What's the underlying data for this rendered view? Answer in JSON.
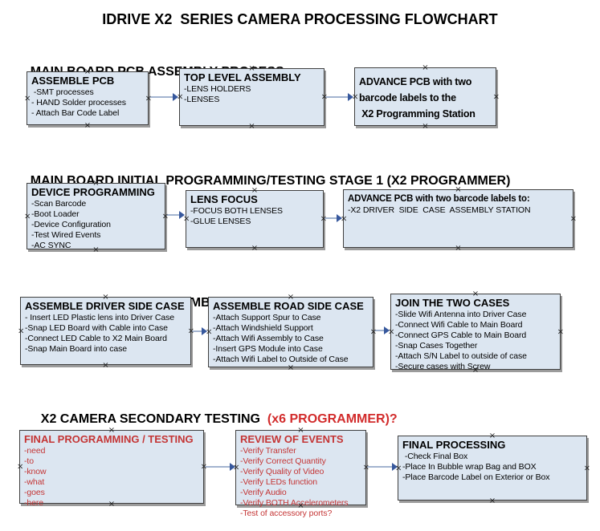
{
  "title": "IDRIVE X2  SERIES CAMERA PROCESSING FLOWCHART",
  "icons": {
    "anchor_glyph": "×"
  },
  "colors": {
    "box_fill": "#dce6f1",
    "box_border": "#3f3f3f",
    "box_shadow": "#9b9b9b",
    "arrow_line": "#a3b4cf",
    "arrow_head": "#37589d",
    "red_heading": "#d22c2c",
    "red_text": "#c43535",
    "text": "#000000"
  },
  "sections": [
    {
      "heading": "MAIN BOARD PCB ASSEMBLY PROCESS"
    },
    {
      "heading": "MAIN BOARD INITIAL PROGRAMMING/TESTING STAGE 1 (X2 PROGRAMMER)"
    },
    {
      "heading": "X2 CAMERA CASE ASSEMBLIES"
    },
    {
      "heading": "X2 CAMERA SECONDARY TESTING",
      "heading_suffix": "  (x6 PROGRAMMER)?"
    }
  ],
  "boxes": {
    "assemble_pcb": {
      "title": "ASSEMBLE PCB",
      "items": [
        " -SMT processes",
        "- HAND Solder processes",
        "- Attach Bar Code Label"
      ]
    },
    "top_level_assembly": {
      "title": "TOP LEVEL ASSEMBLY",
      "items": [
        "-LENS HOLDERS",
        "-LENSES"
      ]
    },
    "advance_pcb_stage1": {
      "lines": [
        "ADVANCE PCB with two",
        "barcode labels to the",
        " X2 Programming Station"
      ]
    },
    "device_programming": {
      "title": "DEVICE PROGRAMMING",
      "items": [
        "-Scan Barcode",
        "-Boot Loader",
        "-Device Configuration",
        "-Test Wired Events",
        "-AC SYNC"
      ]
    },
    "lens_focus": {
      "title": "LENS FOCUS",
      "items": [
        "-FOCUS BOTH LENSES",
        "-GLUE LENSES"
      ]
    },
    "advance_pcb_stage2": {
      "title": "ADVANCE PCB with two barcode labels to:",
      "items": [
        "-X2 DRIVER  SIDE  CASE  ASSEMBLY STATION"
      ]
    },
    "assemble_driver_side_case": {
      "title": "ASSEMBLE DRIVER SIDE CASE",
      "items": [
        "- Insert LED Plastic lens into Driver Case",
        "-Snap LED Board with Cable into Case",
        "-Connect LED Cable to X2 Main Board",
        "-Snap Main Board into case"
      ]
    },
    "assemble_road_side_case": {
      "title": "ASSEMBLE ROAD SIDE CASE",
      "items": [
        "-Attach Support Spur to Case",
        "-Attach Windshield Support",
        "-Attach Wifi Assembly to Case",
        "-Insert GPS Module into Case",
        "-Attach Wifi Label to Outside of Case"
      ]
    },
    "join_the_two_cases": {
      "title": "JOIN THE TWO CASES",
      "items": [
        "-Slide Wifi Antenna into Driver Case",
        "-Connect Wifi Cable to Main Board",
        "-Connect GPS Cable to Main Board",
        "-Snap Cases Together",
        "-Attach S/N Label to outside of case",
        "-Secure cases with Screw"
      ]
    },
    "final_programming_testing": {
      "title": "FINAL PROGRAMMING / TESTING",
      "items": [
        "-need",
        "-to",
        "-know",
        "-what",
        "-goes",
        "-here"
      ]
    },
    "review_of_events": {
      "title": "REVIEW OF EVENTS",
      "items": [
        "-Verify Transfer",
        "-Verify Correct Quantity",
        "-Verify Quality of Video",
        "-Verify LEDs function",
        "-Verify Audio",
        "-Verify BOTH Accelerometers",
        "-Test of accessory ports?"
      ]
    },
    "final_processing": {
      "title": "FINAL PROCESSING",
      "items": [
        " -Check Final Box",
        "-Place In Bubble wrap Bag and BOX",
        "-Place Barcode Label on Exterior or Box"
      ]
    }
  }
}
